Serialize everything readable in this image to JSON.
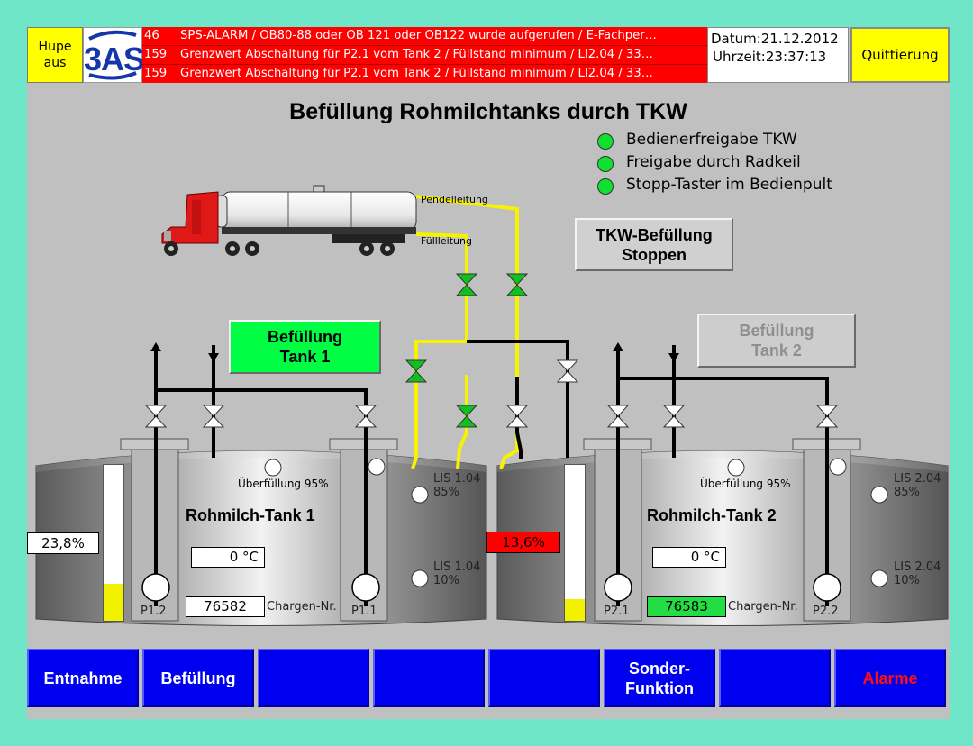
{
  "header": {
    "horn_button": {
      "line1": "Hupe",
      "line2": "aus"
    },
    "logo_text": "3AS",
    "alarms": [
      {
        "number": "46",
        "text": "SPS-ALARM / OB80-88 oder OB 121 oder OB122 wurde aufgerufen / E-Fachper…"
      },
      {
        "number": "159",
        "text": "Grenzwert Abschaltung für P2.1 vom Tank 2 / Füllstand minimum / LI2.04 / 33…"
      },
      {
        "number": "159",
        "text": "Grenzwert Abschaltung für P2.1 vom Tank 2 / Füllstand minimum / LI2.04 / 33…"
      }
    ],
    "date": "Datum:21.12.2012",
    "time": "Uhrzeit:23:37:13",
    "acknowledge_label": "Quittierung"
  },
  "title": "Befüllung Rohmilchtanks durch TKW",
  "indicators": [
    {
      "label": "Bedienerfreigabe TKW",
      "state": "on"
    },
    {
      "label": "Freigabe durch Radkeil",
      "state": "on"
    },
    {
      "label": "Stopp-Taster im Bedienpult",
      "state": "on"
    }
  ],
  "colors": {
    "indicator_on": "#10e030",
    "pipe_black": "#000000",
    "pipe_yellow": "#f6f200",
    "valve_open": "#10c020",
    "valve_closed": "#ffffff",
    "alarm_red": "#ff0000",
    "fill_level": "#f2f200",
    "nav_blue": "#0000f0"
  },
  "truck": {
    "pendelleitung_label": "Pendelleitung",
    "fuellleitung_label": "Füllleitung"
  },
  "buttons": {
    "tkw_stop": {
      "line1": "TKW-Befüllung",
      "line2": "Stoppen"
    },
    "fill_tank1": {
      "line1": "Befüllung",
      "line2": "Tank 1"
    },
    "fill_tank2": {
      "line1": "Befüllung",
      "line2": "Tank 2"
    }
  },
  "tanks": [
    {
      "name": "Rohmilch-Tank 1",
      "level_percent": "23,8%",
      "level_fraction": 0.238,
      "level_alarm": false,
      "temperature": "0 °C",
      "batch_number": "76582",
      "batch_label": "Chargen-Nr.",
      "overflow_label": "Überfüllung 95%",
      "lis_high": {
        "tag": "LIS 1.04",
        "value": "85%"
      },
      "lis_low": {
        "tag": "LIS 1.04",
        "value": "10%"
      },
      "pump_left": "P1.2",
      "pump_right": "P1.1"
    },
    {
      "name": "Rohmilch-Tank 2",
      "level_percent": "13,6%",
      "level_fraction": 0.136,
      "level_alarm": true,
      "temperature": "0 °C",
      "batch_number": "76583",
      "batch_label": "Chargen-Nr.",
      "overflow_label": "Überfüllung 95%",
      "lis_high": {
        "tag": "LIS 2.04",
        "value": "85%"
      },
      "lis_low": {
        "tag": "LIS 2.04",
        "value": "10%"
      },
      "pump_left": "P2.1",
      "pump_right": "P2.2"
    }
  ],
  "navigation": [
    {
      "label": "Entnahme"
    },
    {
      "label": "Befüllung"
    },
    {
      "label": ""
    },
    {
      "label": ""
    },
    {
      "label": ""
    },
    {
      "label": "Sonder-\nFunktion"
    },
    {
      "label": ""
    },
    {
      "label": "Alarme"
    }
  ]
}
